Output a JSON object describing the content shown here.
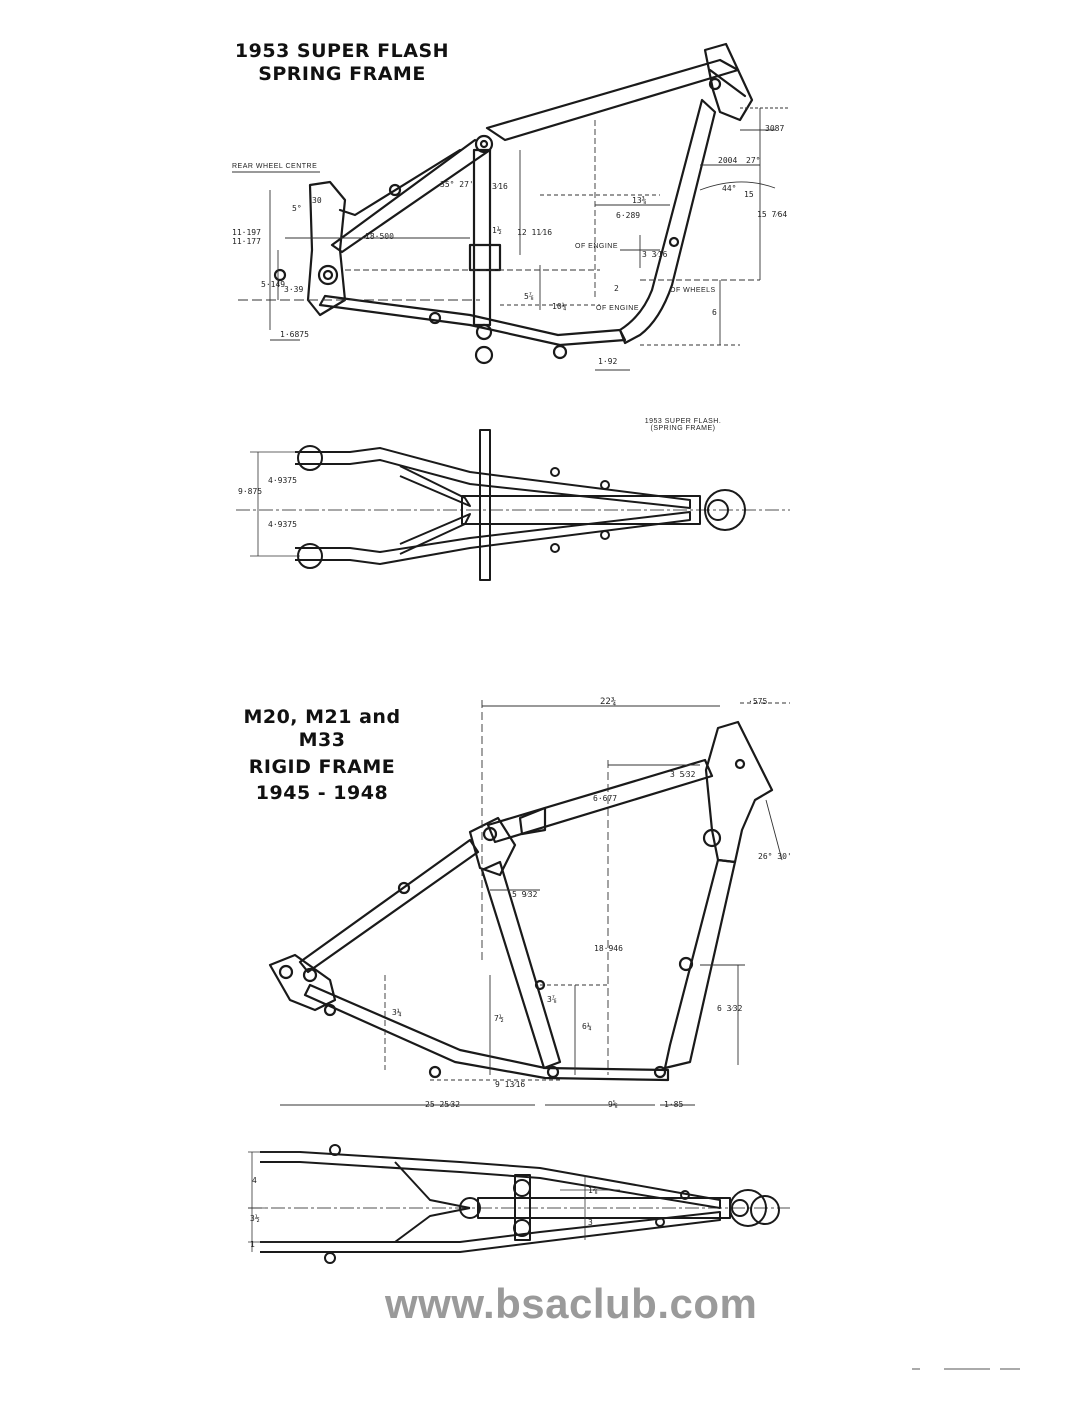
{
  "top": {
    "title_line1": "1953 SUPER FLASH",
    "title_line2": "SPRING FRAME",
    "rear_wheel_centre": "REAR WHEEL CENTRE",
    "plan_label_line1": "1953 SUPER FLASH.",
    "plan_label_line2": "(SPRING FRAME)",
    "dims": {
      "d3087": "3087",
      "d2004": "2004",
      "d27": "27°",
      "d44": "44°",
      "d15": "15",
      "d15_7_64": "15 7⁄64",
      "d13_3_8": "13⅜",
      "d6289": "6·289",
      "d3_16a": "3⁄16",
      "d12_11_16": "12 11⁄16",
      "d18500": "18·500",
      "d1_1_2": "1½",
      "d3_3_16": "3 3⁄16",
      "d5_7_8": "5⅞",
      "d10_1_4": "10¼",
      "d2": "2",
      "d6": "6",
      "d1_92": "1·92",
      "d11_197": "11·197",
      "d11_177": "11·177",
      "d5_149": "5·149",
      "d3_39": "3·39",
      "d1_6875": "1·6875",
      "d5deg": "5°",
      "d30": "30",
      "d35_27": "35° 27'",
      "ce_engine": "OF ENGINE",
      "ce_engine2": "OF ENGINE",
      "ce_wheels": "OF WHEELS",
      "plan_4_9375a": "4·9375",
      "plan_9_875": "9·875",
      "plan_4_9375b": "4·9375"
    }
  },
  "bottom": {
    "title_line1": "M20, M21 and M33",
    "title_line2": "RIGID FRAME",
    "title_line3": "1945 - 1948",
    "dims": {
      "d22_3_4": "22¾",
      "d575": "·575",
      "d3_5_32": "3 5⁄32",
      "d6677": "6·677",
      "d26_30": "26° 30'",
      "d5_9_32": "5 9⁄32",
      "d18_946": "18·946",
      "d6_3_32": "6 3⁄32",
      "d3_1_4": "3¼",
      "d7_1_2": "7½",
      "d6_1_4": "6¼",
      "d3_7_8": "3⅞",
      "d9_13_16": "9 13⁄16",
      "d25_25_32": "25 25⁄32",
      "d9_5_8": "9⅝",
      "d1_85": "1·85",
      "plan_4": "4",
      "plan_3_1_2": "3½",
      "plan_1": "1",
      "plan_1_5_8": "1⅝",
      "plan_3": "3"
    }
  },
  "watermark": "www.bsaclub.com"
}
